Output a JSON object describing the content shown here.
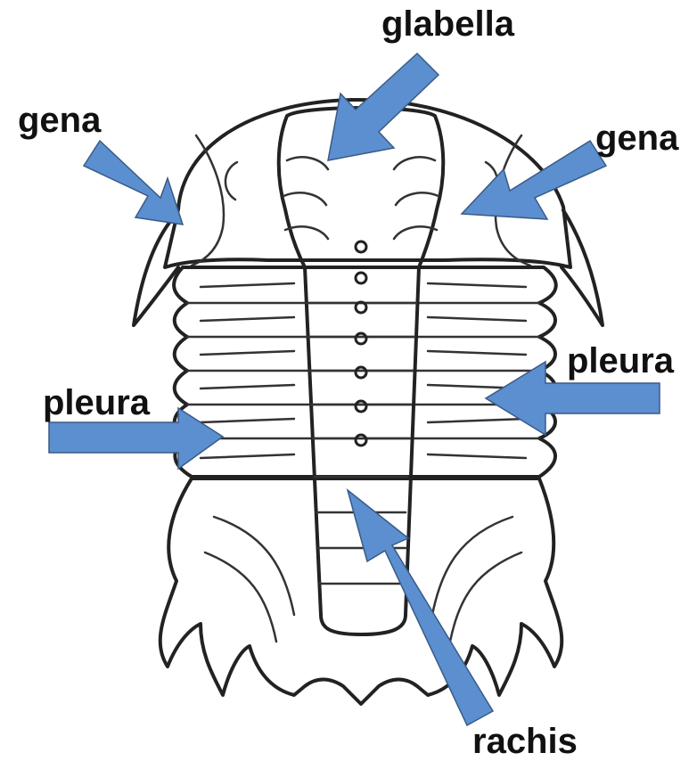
{
  "labels": {
    "glabella": "glabella",
    "gena_left": "gena",
    "gena_right": "gena",
    "pleura_left": "pleura",
    "pleura_right": "pleura",
    "rachis": "rachis"
  },
  "colors": {
    "arrow": "#5b8fd0",
    "body_fill": "#ececec",
    "outline": "#222222",
    "label_text": "#111111"
  }
}
